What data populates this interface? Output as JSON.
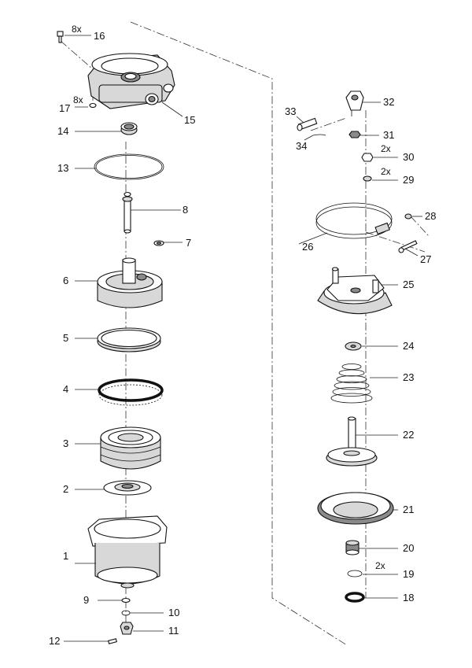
{
  "diagram": {
    "labels": [
      {
        "id": "p1",
        "number": "1"
      },
      {
        "id": "p2",
        "number": "2"
      },
      {
        "id": "p3",
        "number": "3"
      },
      {
        "id": "p4",
        "number": "4"
      },
      {
        "id": "p5",
        "number": "5"
      },
      {
        "id": "p6",
        "number": "6"
      },
      {
        "id": "p7",
        "number": "7"
      },
      {
        "id": "p8",
        "number": "8"
      },
      {
        "id": "p9",
        "number": "9"
      },
      {
        "id": "p10",
        "number": "10"
      },
      {
        "id": "p11",
        "number": "11"
      },
      {
        "id": "p12",
        "number": "12"
      },
      {
        "id": "p13",
        "number": "13"
      },
      {
        "id": "p14",
        "number": "14"
      },
      {
        "id": "p15",
        "number": "15"
      },
      {
        "id": "p16",
        "number": "16"
      },
      {
        "id": "p17",
        "number": "17"
      },
      {
        "id": "p18",
        "number": "18"
      },
      {
        "id": "p19",
        "number": "19"
      },
      {
        "id": "p20",
        "number": "20"
      },
      {
        "id": "p21",
        "number": "21"
      },
      {
        "id": "p22",
        "number": "22"
      },
      {
        "id": "p23",
        "number": "23"
      },
      {
        "id": "p24",
        "number": "24"
      },
      {
        "id": "p25",
        "number": "25"
      },
      {
        "id": "p26",
        "number": "26"
      },
      {
        "id": "p27",
        "number": "27"
      },
      {
        "id": "p28",
        "number": "28"
      },
      {
        "id": "p29",
        "number": "29"
      },
      {
        "id": "p30",
        "number": "30"
      },
      {
        "id": "p31",
        "number": "31"
      },
      {
        "id": "p32",
        "number": "32"
      },
      {
        "id": "p33",
        "number": "33"
      },
      {
        "id": "p34",
        "number": "34"
      }
    ],
    "quantities": [
      {
        "id": "q16",
        "text": "8x"
      },
      {
        "id": "q17",
        "text": "8x"
      },
      {
        "id": "q30",
        "text": "2x"
      },
      {
        "id": "q29",
        "text": "2x"
      },
      {
        "id": "q19",
        "text": "2x"
      }
    ]
  }
}
